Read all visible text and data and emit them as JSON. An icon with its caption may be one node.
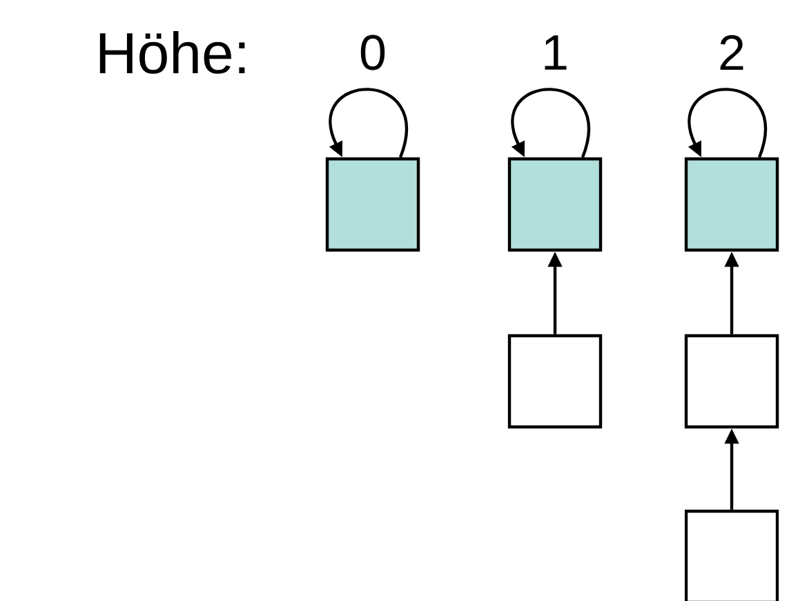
{
  "diagram": {
    "nodes": [
      {
        "text": [],
        "shape": "box"
      },
      {
        "text": [],
        "shape": "box"
      },
      {
        "text": [],
        "shape": "box"
      },
      {
        "text": [],
        "shape": "box"
      },
      {
        "text": [],
        "shape": "box"
      },
      {
        "text": [],
        "shape": "box"
      }
    ],
    "edges": [
      {
        "from": 0,
        "to": 0,
        "arrow": "to"
      },
      {
        "from": 1,
        "to": 1,
        "arrow": "to"
      },
      {
        "from": 2,
        "to": 2,
        "arrow": "to"
      },
      {
        "from": 3,
        "to": 1,
        "arrow": "to"
      },
      {
        "from": 4,
        "to": 2,
        "arrow": "to"
      },
      {
        "from": 5,
        "to": 4,
        "arrow": "to"
      }
    ],
    "labels": [
      "Höhe:",
      "0",
      "1",
      "2"
    ]
  }
}
